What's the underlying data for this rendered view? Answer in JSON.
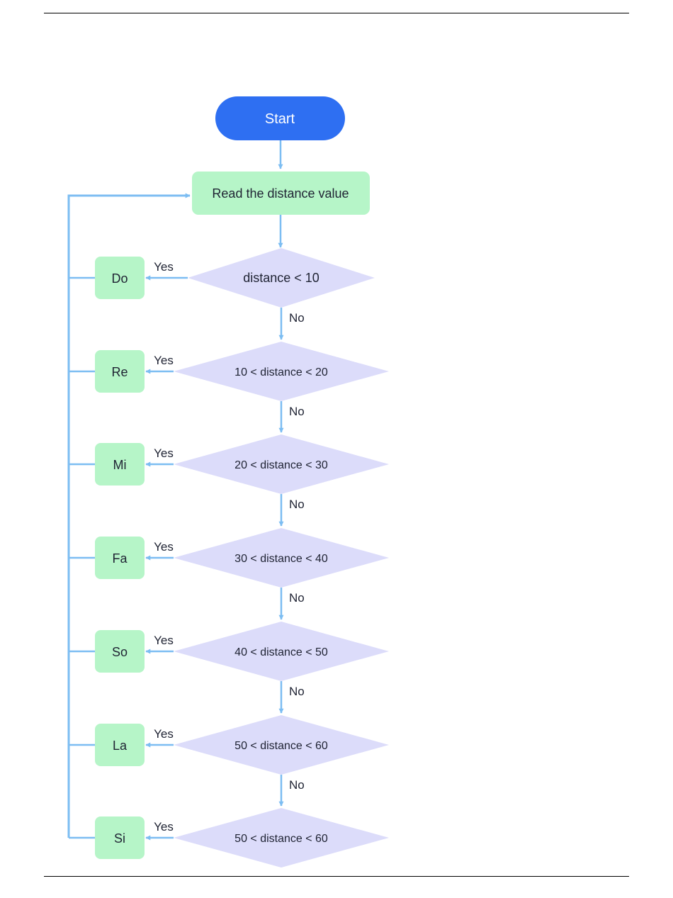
{
  "flowchart": {
    "start": "Start",
    "read": "Read the distance value",
    "branch_yes": "Yes",
    "branch_no": "No",
    "colors": {
      "start_fill": "#2e6ff2",
      "process_fill": "#b6f5c8",
      "decision_fill": "#dcdcfa",
      "arrow": "#7cbdf2",
      "text": "#1f2333",
      "start_text": "#ffffff"
    },
    "steps": [
      {
        "condition": "distance < 10",
        "note": "Do"
      },
      {
        "condition": "10 < distance < 20",
        "note": "Re"
      },
      {
        "condition": "20 < distance < 30",
        "note": "Mi"
      },
      {
        "condition": "30 < distance < 40",
        "note": "Fa"
      },
      {
        "condition": "40 < distance < 50",
        "note": "So"
      },
      {
        "condition": "50 < distance < 60",
        "note": "La"
      },
      {
        "condition": "50 < distance < 60",
        "note": "Si"
      }
    ]
  }
}
